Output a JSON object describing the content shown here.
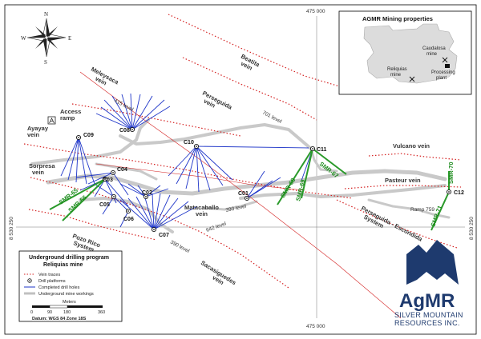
{
  "coordinates": {
    "easting_top": "475 000",
    "easting_bottom": "475 000",
    "northing_left": "8 530 250",
    "northing_right": "8 530 250"
  },
  "compass": {
    "n": "N",
    "e": "E",
    "s": "S",
    "w": "W"
  },
  "veins": {
    "meleysaca": [
      "Meleysaca",
      "vein"
    ],
    "beatita": [
      "Beatita",
      "vein"
    ],
    "perseguida": [
      "Perseguida",
      "vein"
    ],
    "ayayay": [
      "Ayayay",
      "vein"
    ],
    "sorpresa": [
      "Sorpresa",
      "vein"
    ],
    "matacaballo": [
      "Matacaballo",
      "vein"
    ],
    "pozo_rico": [
      "Pozo Rico",
      "System"
    ],
    "sacasiguedes": [
      "Sacasiguedes",
      "vein"
    ],
    "vulcano": "Vulcano vein",
    "pasteur": "Pasteur vein",
    "perseguida_escondida": [
      "Perseguida - Escondida",
      "System"
    ]
  },
  "access_ramp": [
    "Access",
    "ramp"
  ],
  "levels": {
    "l415": "415 level",
    "l701": "701 level",
    "l390a": "390 level",
    "l642": "642 level",
    "l390b": "390 level",
    "ramp759": "Ramp 759"
  },
  "platforms": [
    "C01",
    "C02",
    "C03",
    "C04",
    "C05",
    "C06",
    "C07",
    "C08",
    "C09",
    "C10",
    "C11",
    "C12"
  ],
  "holes": {
    "smr65": "SMR-65",
    "smr66": "SMR-66",
    "smr67": "SMR-67",
    "smr68": "SMR-68",
    "smr69": "SMR-69",
    "smr70": "SMR-70",
    "smr71": "SMR-71"
  },
  "legend": {
    "title_line1": "Underground drilling program",
    "title_line2": "Reliquias mine",
    "items": [
      "Vein traces",
      "Drill platforms",
      "Completed drill holes",
      "Underground mine workings"
    ],
    "scale_title": "Meters",
    "scale_ticks": [
      "0",
      "90",
      "180",
      "360"
    ],
    "datum": "Datum: WGS 84 Zone 18S"
  },
  "inset": {
    "title": "AGMR Mining properties",
    "caudalosa": [
      "Caudalosa",
      "mine"
    ],
    "reliquias": [
      "Reliquias",
      "mine"
    ],
    "processing": [
      "Processing",
      "plant"
    ]
  },
  "logo": {
    "name": "AgMR",
    "line1": "SILVER MOUNTAIN",
    "line2": "RESOURCES INC."
  },
  "colors": {
    "vein": "#d42020",
    "drill_hole": "#1e35c8",
    "new_hole": "#2a9a2a",
    "workings": "#c8c8c8",
    "logo": "#1e3a6e"
  }
}
